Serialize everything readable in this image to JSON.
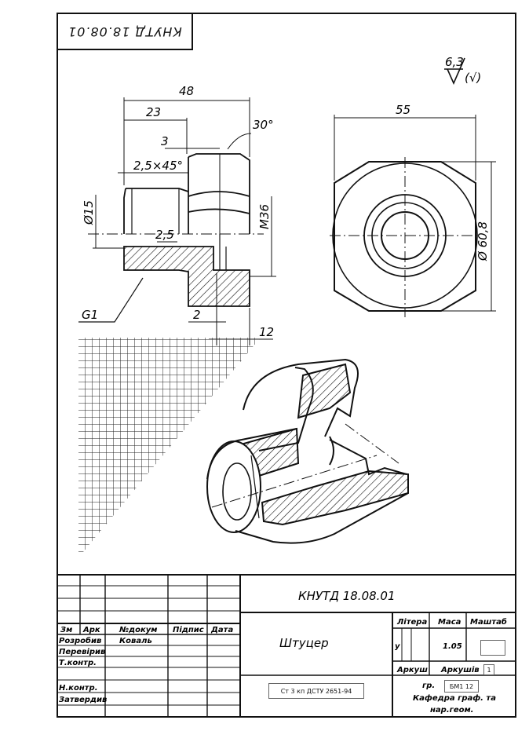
{
  "stamp_top": "КНУТД 18.08.01",
  "roughness": {
    "value": "6,3",
    "mark": "(√)"
  },
  "dimensions": {
    "d48": "48",
    "d23": "23",
    "d3": "3",
    "chamfer": "2,5×45°",
    "angle": "30°",
    "d15": "Ø15",
    "m36": "M36",
    "r25": "2,5",
    "g1": "G1",
    "d2": "2",
    "d12": "12",
    "d55": "55",
    "d608": "Ø 60,8"
  },
  "title_block": {
    "code": "КНУТД 18.08.01",
    "name": "Штуцер",
    "columns": {
      "zm": "Зм",
      "ark": "Арк",
      "doc": "№докум",
      "sign": "Підпис",
      "date": "Дата"
    },
    "rows": {
      "developed": "Розробив",
      "checked": "Перевірив",
      "tcontrol": "Т.контр.",
      "ncontrol": "Н.контр.",
      "approved": "Затвердив"
    },
    "developer_name": "Коваль",
    "litera_label": "Літера",
    "mass_label": "Маса",
    "scale_label": "Маштаб",
    "litera_value": "у",
    "mass_value": "1.05",
    "sheet_label": "Аркуш",
    "sheets_label": "Аркушів",
    "sheets_value": "1",
    "material": "Ст 3 кп ДСТУ 2651-94",
    "group_label": "гр.",
    "group_value": "БМ1 12",
    "dept_line1": "Кафедра граф. та",
    "dept_line2": "нар.геом."
  }
}
